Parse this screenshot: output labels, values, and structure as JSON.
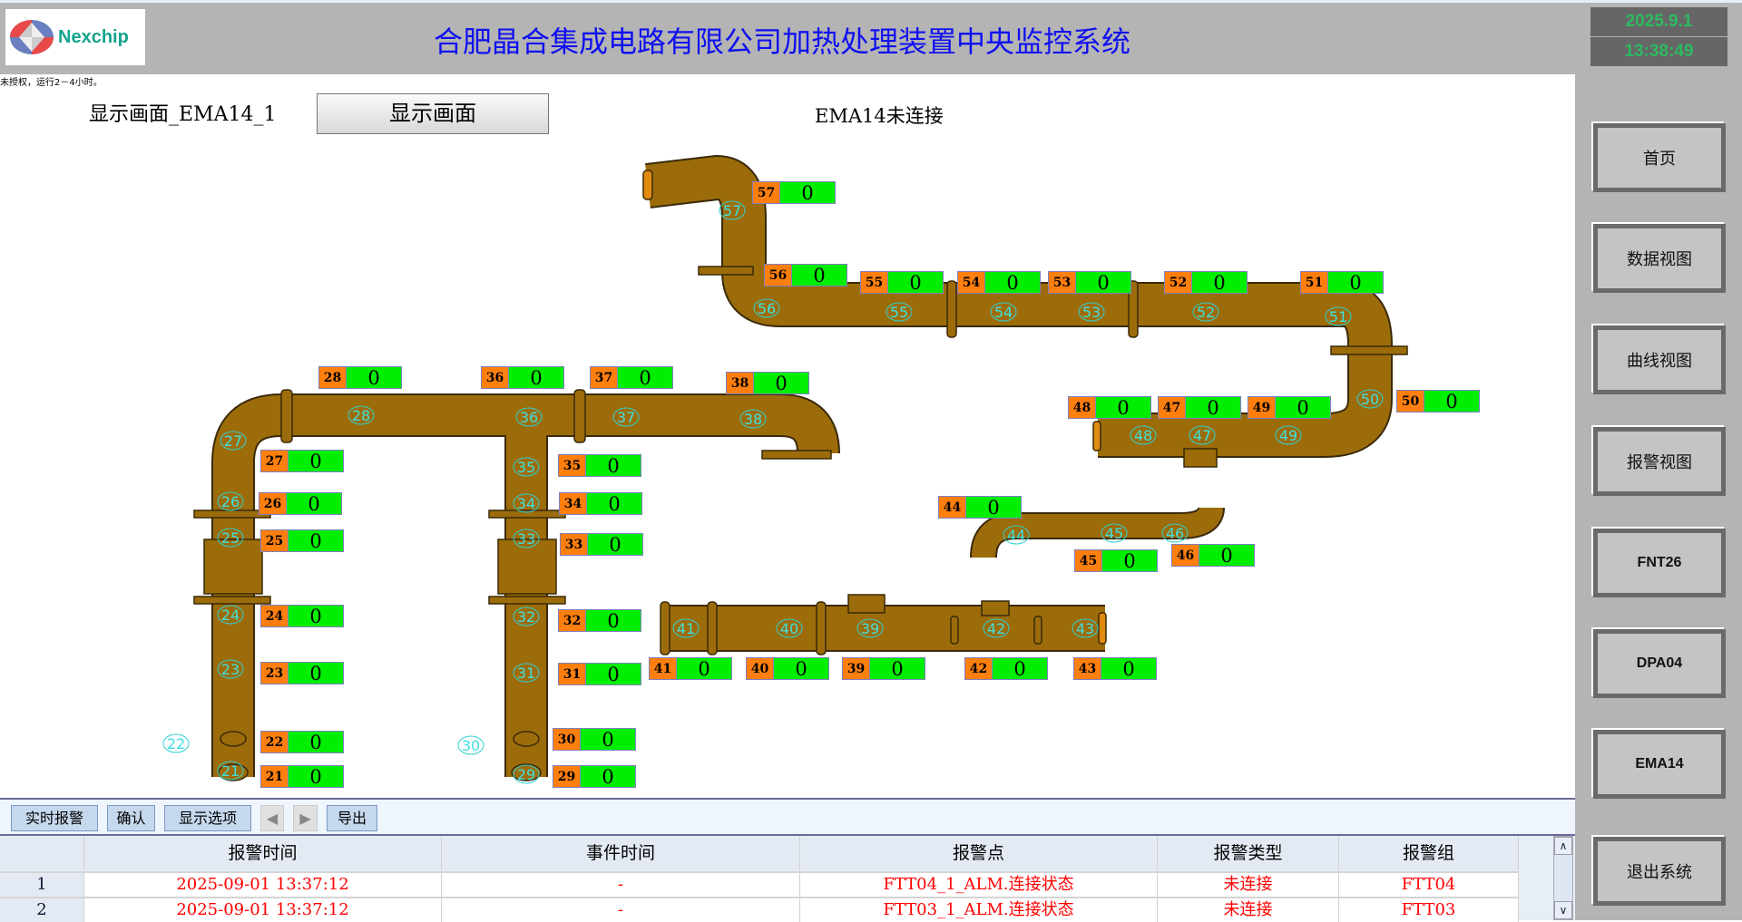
{
  "header": {
    "brand": "Nexchip",
    "title": "合肥晶合集成电路有限公司加热处理装置中央监控系统"
  },
  "clock": {
    "date": "2025.9.1",
    "time": "13:38:49"
  },
  "license_notice": "未授权，运行2－4小时。",
  "screen_name": "显示画面_EMA14_1",
  "show_button": "显示画面",
  "connection_status": "EMA14未连接",
  "nav": [
    "首页",
    "数据视图",
    "曲线视图",
    "报警视图",
    "FNT26",
    "DPA04",
    "EMA14",
    "退出系统"
  ],
  "sensors": [
    {
      "id": "57",
      "value": "0"
    },
    {
      "id": "56",
      "value": "0"
    },
    {
      "id": "55",
      "value": "0"
    },
    {
      "id": "54",
      "value": "0"
    },
    {
      "id": "53",
      "value": "0"
    },
    {
      "id": "52",
      "value": "0"
    },
    {
      "id": "51",
      "value": "0"
    },
    {
      "id": "50",
      "value": "0"
    },
    {
      "id": "48",
      "value": "0"
    },
    {
      "id": "47",
      "value": "0"
    },
    {
      "id": "49",
      "value": "0"
    },
    {
      "id": "28",
      "value": "0"
    },
    {
      "id": "36",
      "value": "0"
    },
    {
      "id": "37",
      "value": "0"
    },
    {
      "id": "38",
      "value": "0"
    },
    {
      "id": "27",
      "value": "0"
    },
    {
      "id": "26",
      "value": "0"
    },
    {
      "id": "25",
      "value": "0"
    },
    {
      "id": "24",
      "value": "0"
    },
    {
      "id": "23",
      "value": "0"
    },
    {
      "id": "22",
      "value": "0"
    },
    {
      "id": "21",
      "value": "0"
    },
    {
      "id": "35",
      "value": "0"
    },
    {
      "id": "34",
      "value": "0"
    },
    {
      "id": "33",
      "value": "0"
    },
    {
      "id": "32",
      "value": "0"
    },
    {
      "id": "31",
      "value": "0"
    },
    {
      "id": "30",
      "value": "0"
    },
    {
      "id": "29",
      "value": "0"
    },
    {
      "id": "44",
      "value": "0"
    },
    {
      "id": "45",
      "value": "0"
    },
    {
      "id": "46",
      "value": "0"
    },
    {
      "id": "41",
      "value": "0"
    },
    {
      "id": "40",
      "value": "0"
    },
    {
      "id": "39",
      "value": "0"
    },
    {
      "id": "42",
      "value": "0"
    },
    {
      "id": "43",
      "value": "0"
    }
  ],
  "toolbar": {
    "realtime": "实时报警",
    "confirm": "确认",
    "options": "显示选项",
    "prev": "◀",
    "next": "▶",
    "export": "导出"
  },
  "alarm_table": {
    "columns": [
      "",
      "报警时间",
      "事件时间",
      "报警点",
      "报警类型",
      "报警组"
    ],
    "rows": [
      [
        "1",
        "2025-09-01 13:37:12",
        "-",
        "FTT04_1_ALM.连接状态",
        "未连接",
        "FTT04"
      ],
      [
        "2",
        "2025-09-01 13:37:12",
        "-",
        "FTT03_1_ALM.连接状态",
        "未连接",
        "FTT03"
      ]
    ]
  },
  "colors": {
    "pipe": "#9c6c0a",
    "tag_id": "#ff7f0e",
    "tag_value": "#00ee00",
    "title": "#1010f0",
    "alarm": "#ff0000"
  }
}
